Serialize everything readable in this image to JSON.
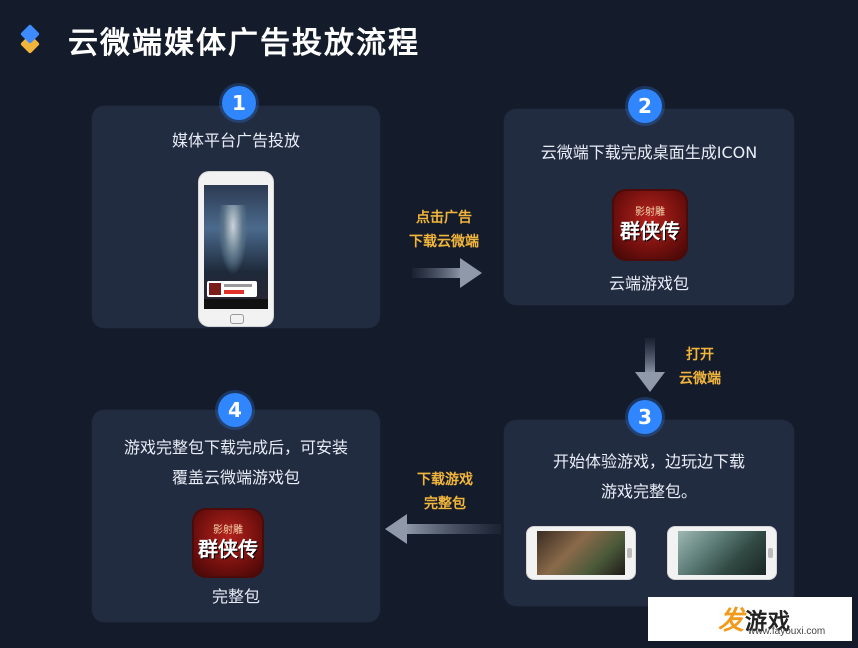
{
  "page": {
    "title": "云微端媒体广告投放流程"
  },
  "steps": [
    {
      "number": "1",
      "lines": [
        "媒体平台广告投放"
      ],
      "caption": ""
    },
    {
      "number": "2",
      "lines": [
        "云微端下载完成桌面生成ICON"
      ],
      "caption": "云端游戏包"
    },
    {
      "number": "3",
      "lines": [
        "开始体验游戏，边玩边下载",
        "游戏完整包。"
      ],
      "caption": ""
    },
    {
      "number": "4",
      "lines": [
        "游戏完整包下载完成后，可安装",
        "覆盖云微端游戏包"
      ],
      "caption": "完整包"
    }
  ],
  "transitions": {
    "t1": [
      "点击广告",
      "下载云微端"
    ],
    "t2": [
      "打开",
      "云微端"
    ],
    "t3": [
      "下载游戏",
      "完整包"
    ]
  },
  "app_icon": {
    "line1": "影射雕",
    "line2": "群侠传"
  },
  "watermark": {
    "brand_fa": "发",
    "brand_rest": "游戏",
    "url": "www.fayouxi.com"
  },
  "colors": {
    "background": "#141b2b",
    "card": "#222c40",
    "badge": "#2f86ff",
    "highlight_text": "#f1b53b"
  },
  "icons": [
    "logo-diamond-icon",
    "arrow-right-icon",
    "arrow-down-icon",
    "arrow-left-icon",
    "phone-mockup",
    "game-app-icon"
  ]
}
